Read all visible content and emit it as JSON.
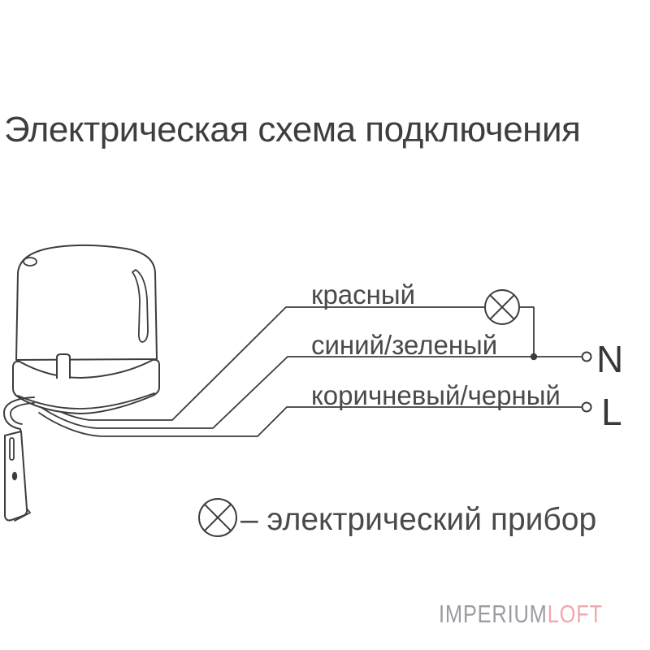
{
  "title": "Электрическая схема подключения",
  "wires": {
    "red": {
      "label": "красный"
    },
    "blue_green": {
      "label": "синий/зеленый"
    },
    "brown_black": {
      "label": "коричневый/черный"
    }
  },
  "terminals": {
    "neutral": "N",
    "line": "L"
  },
  "legend": {
    "text": "– электрический прибор",
    "symbol": "lamp-circle-x-icon"
  },
  "watermark": {
    "part1": "IMPERIUM",
    "part2": "LOFT"
  },
  "colors": {
    "line": "#3d3d3d",
    "label_text": "#4a4a4a",
    "title_text": "#3e3e3e",
    "watermark_gray": "#9b9ba1",
    "watermark_pink": "#f1a7ae"
  }
}
